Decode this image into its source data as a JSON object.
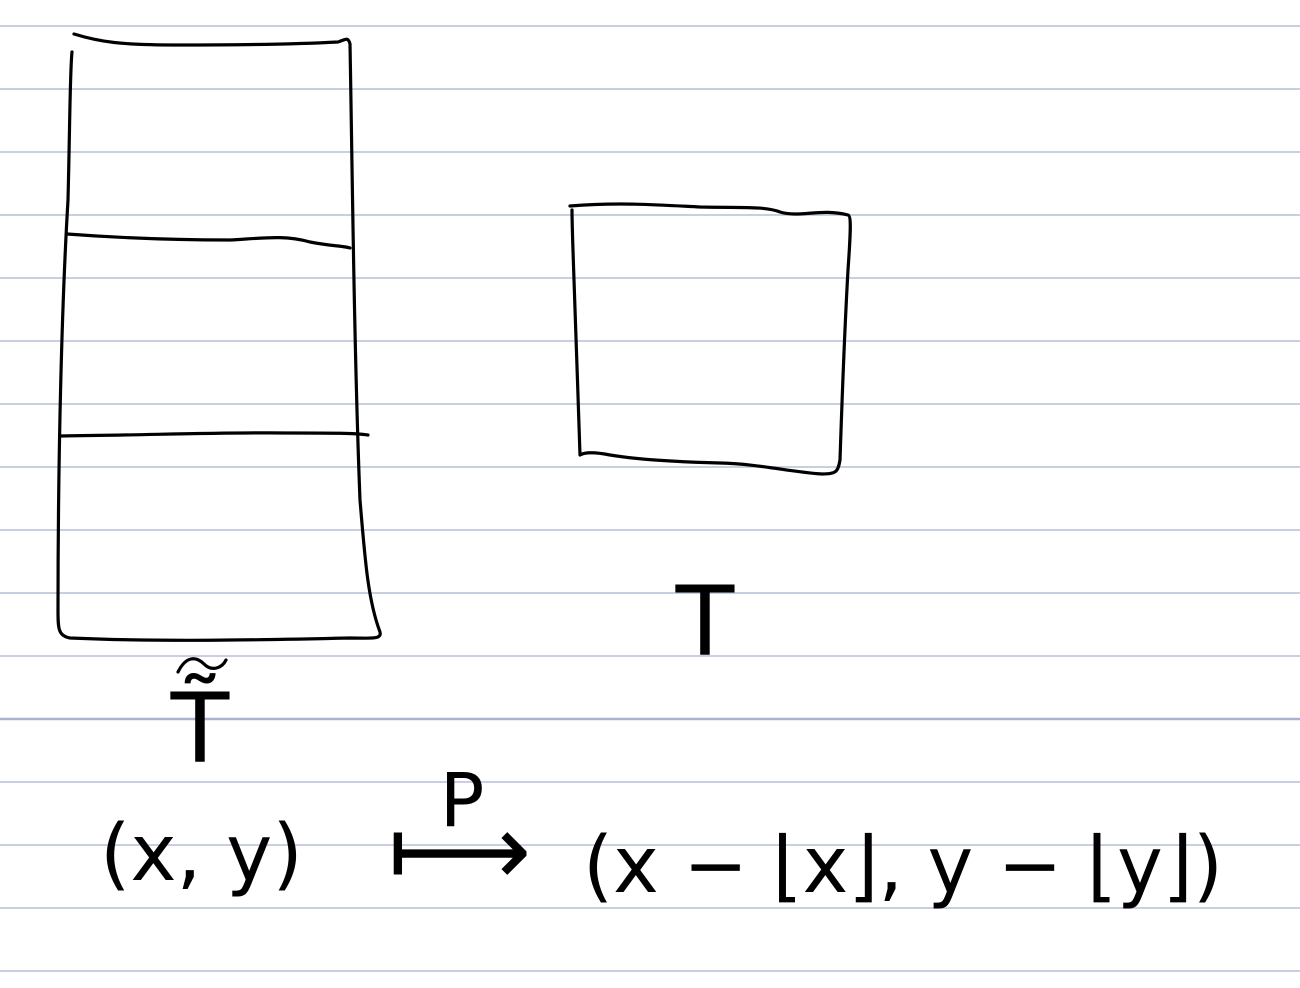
{
  "labels": {
    "left_cylinder": "T̃",
    "right_torus": "T",
    "map_name": "P",
    "domain_point": "(x, y)",
    "map_arrow": "⟼",
    "image_point": "(x − ⌊x⌋, y − ⌊y⌋)"
  },
  "colors": {
    "ink": "#000000",
    "rule_line": "#b5bfd6",
    "paper": "#ffffff"
  }
}
